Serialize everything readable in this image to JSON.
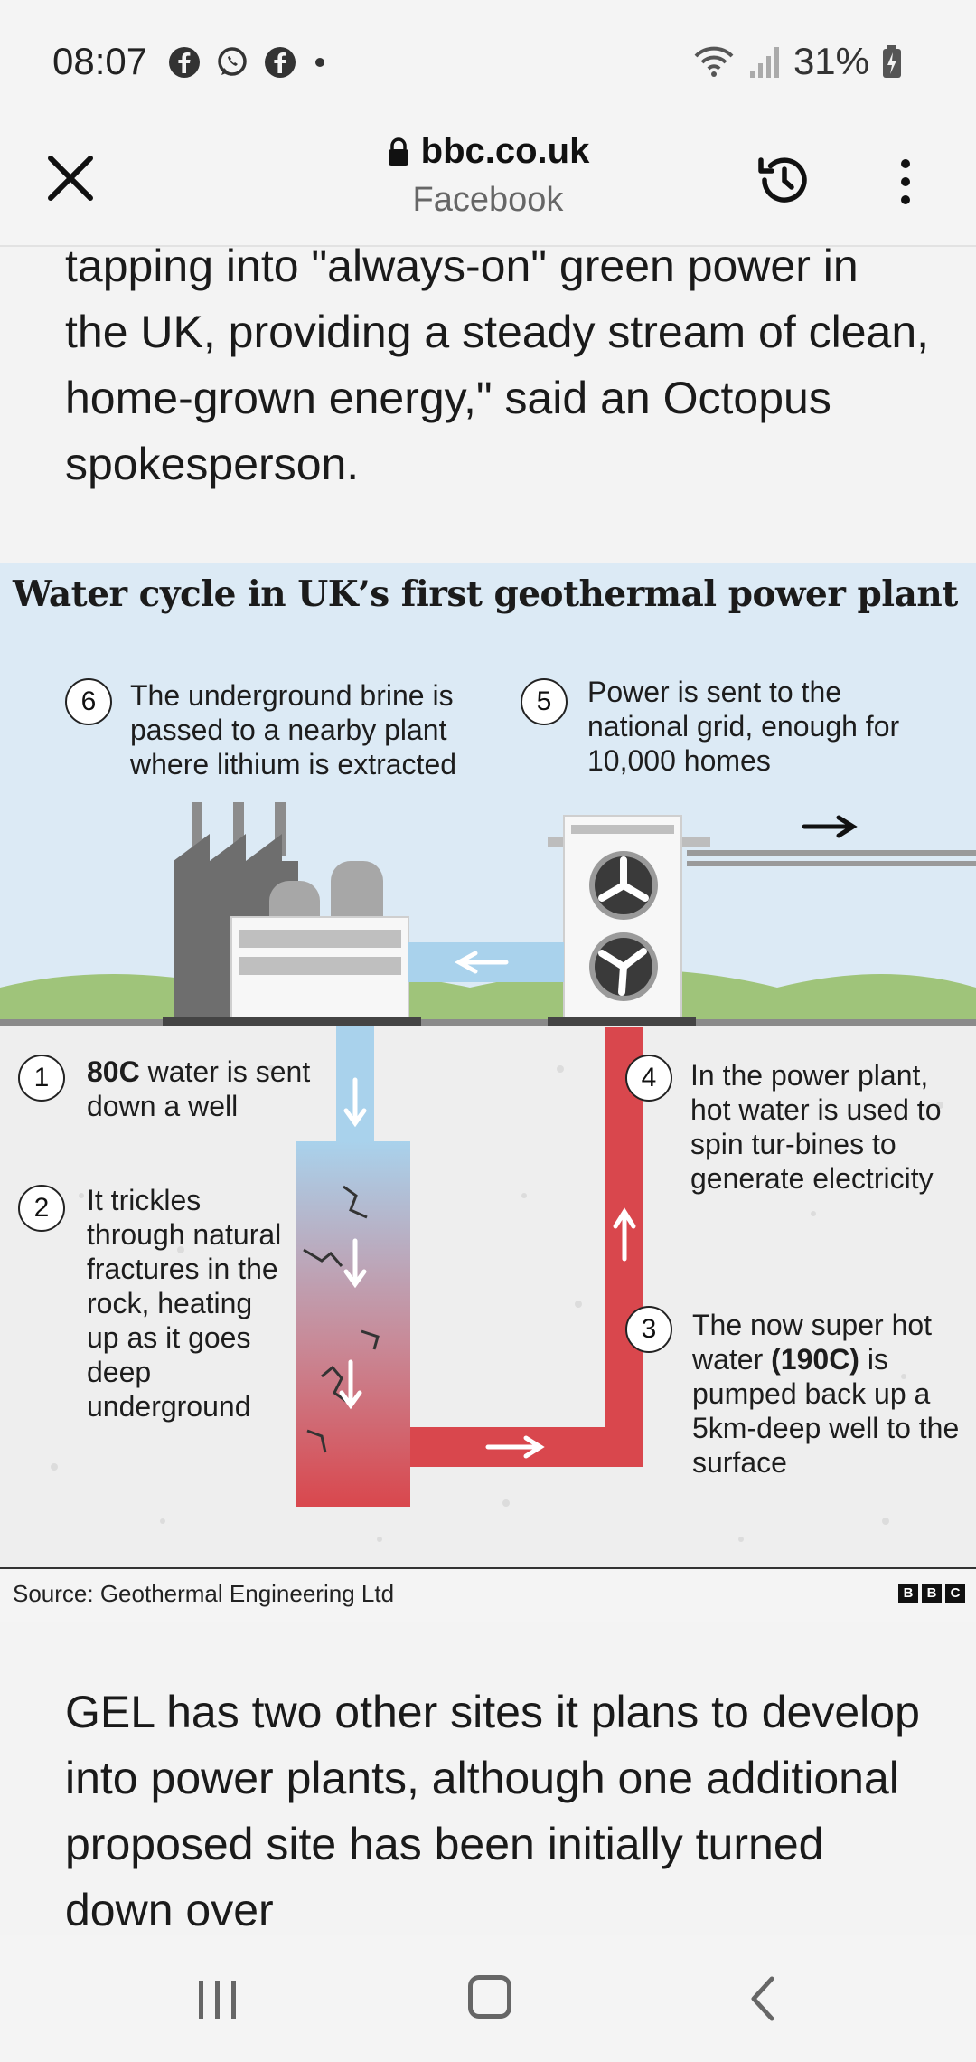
{
  "status_bar": {
    "time": "08:07",
    "left_icons": [
      "facebook-icon",
      "whatsapp-icon",
      "facebook-icon",
      "dot-icon"
    ],
    "battery_text": "31%",
    "right_icons": [
      "wifi-icon",
      "signal-icon",
      "battery-charging-icon"
    ]
  },
  "browser": {
    "domain": "bbc.co.uk",
    "referrer": "Facebook",
    "icons": [
      "close-icon",
      "lock-icon",
      "history-icon",
      "more-vert-icon"
    ]
  },
  "article": {
    "para_top": "tapping into \"always-on\" green power in the UK, providing a steady stream of clean, home-grown energy,\" said an Octopus spokesperson.",
    "para_bottom": "GEL has two other sites it plans to develop into power plants, although one additional proposed site has been initially turned down over"
  },
  "infographic": {
    "title": "Water cycle in UK’s first geothermal power plant",
    "steps": [
      {
        "num": "6",
        "text": "The underground brine is passed to a nearby plant where lithium is extracted"
      },
      {
        "num": "5",
        "text": "Power is sent to the national grid, enough for 10,000 homes"
      },
      {
        "num": "1",
        "bold": "80C",
        "text": " water is sent down a well"
      },
      {
        "num": "2",
        "text": "It trickles through natural fractures in the rock, heating up as it goes deep underground"
      },
      {
        "num": "4",
        "text": "In the power plant, hot water is used to spin tur-bines to generate electricity"
      },
      {
        "num": "3",
        "pre": "The now super hot water ",
        "bold": "(190C)",
        "text": " is pumped back up a 5km-deep well to the surface"
      }
    ],
    "source": "Source: Geothermal Engineering Ltd",
    "logo_letters": [
      "B",
      "B",
      "C"
    ],
    "colors": {
      "sky": "#dceaf5",
      "cold_pipe": "#a9d2ec",
      "hot_pipe": "#d9474d",
      "ground": "#eeeeee",
      "grass": "#9fc47a"
    }
  },
  "nav": {
    "icons": [
      "recents-icon",
      "home-icon",
      "back-icon"
    ]
  }
}
